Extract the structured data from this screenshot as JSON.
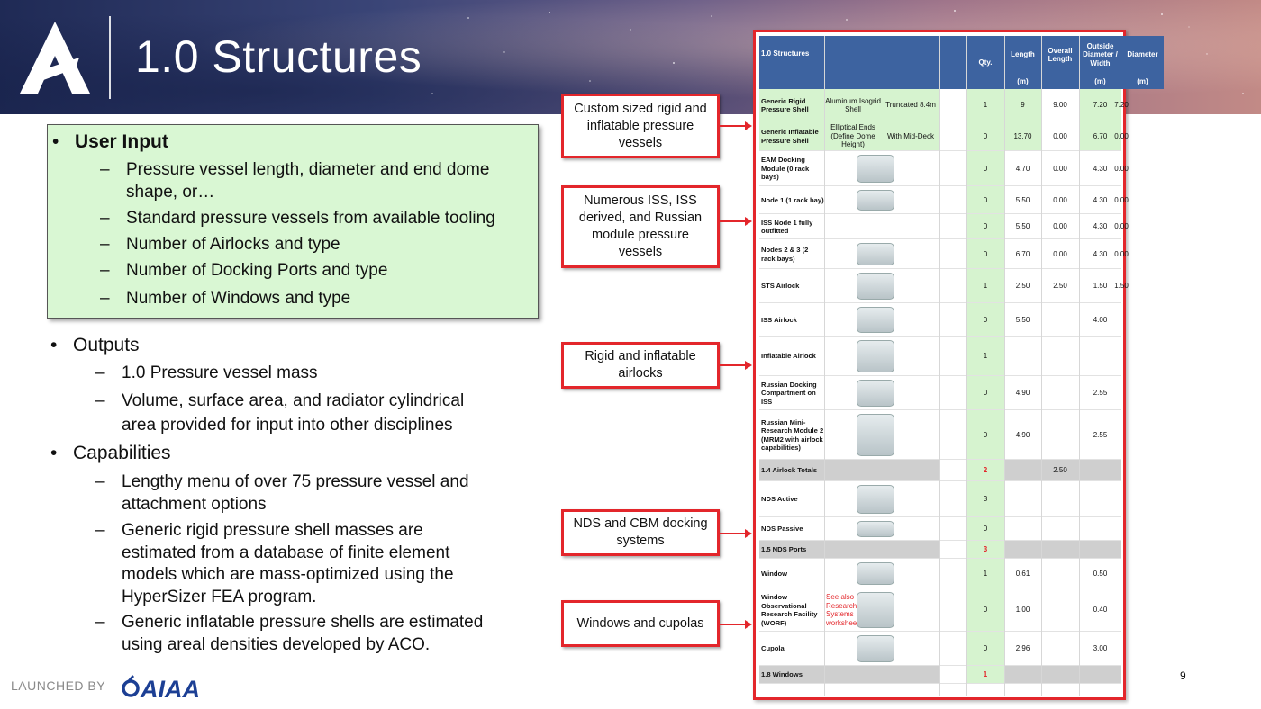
{
  "slide": {
    "title": "1.0 Structures",
    "page_number": "9",
    "footer_text": "LAUNCHED BY",
    "footer_logo_text": "AIAA"
  },
  "user_input": {
    "heading": "User Input",
    "items": [
      "Pressure vessel length, diameter and end dome shape, or…",
      "Standard pressure vessels from available tooling",
      "Number of Airlocks and type",
      "Number of Docking Ports and type",
      "Number of Windows and type"
    ]
  },
  "outputs": {
    "heading": "Outputs",
    "items": [
      "1.0 Pressure vessel mass",
      "Volume, surface area, and radiator cylindrical area provided for input into other disciplines"
    ]
  },
  "capabilities": {
    "heading": "Capabilities",
    "items": [
      "Lengthy menu of over 75 pressure vessel and attachment options",
      "Generic rigid pressure shell masses are estimated from a database of finite element models which are mass-optimized using the HyperSizer FEA program.",
      "Generic inflatable pressure shells are estimated using areal densities developed by ACO."
    ]
  },
  "callouts": [
    "Custom sized rigid and inflatable pressure vessels",
    "Numerous ISS, ISS derived, and Russian module pressure vessels",
    "Rigid and inflatable airlocks",
    "NDS and CBM docking systems",
    "Windows and cupolas"
  ],
  "table": {
    "headers": {
      "name": "1.0 Structures",
      "qty": "Qty.",
      "length": "Length",
      "overall_length": "Overall Length",
      "outside_diameter": "Outside Diameter / Width",
      "diameter": "Diameter",
      "unit": "(m)"
    },
    "rows": [
      {
        "name": "Generic Rigid Pressure Shell",
        "desc": "Aluminum Isogrid Shell",
        "desc2": "Truncated 8.4m",
        "qty": "1",
        "length": "9",
        "overall": "9.00",
        "outside": "7.20",
        "diam": "7.20"
      },
      {
        "name": "Generic Inflatable Pressure Shell",
        "desc": "Elliptical Ends (Define Dome Height)",
        "desc2": "With Mid-Deck",
        "qty": "0",
        "length": "13.70",
        "overall": "0.00",
        "outside": "6.70",
        "diam": "0.00"
      },
      {
        "name": "EAM Docking Module (0 rack bays)",
        "desc": "",
        "desc2": "",
        "qty": "0",
        "length": "4.70",
        "overall": "0.00",
        "outside": "4.30",
        "diam": "0.00"
      },
      {
        "name": "Node 1 (1 rack bay)",
        "desc": "",
        "desc2": "",
        "qty": "0",
        "length": "5.50",
        "overall": "0.00",
        "outside": "4.30",
        "diam": "0.00"
      },
      {
        "name": "ISS Node 1 fully outfitted",
        "desc": "",
        "desc2": "",
        "qty": "0",
        "length": "5.50",
        "overall": "0.00",
        "outside": "4.30",
        "diam": "0.00"
      },
      {
        "name": "Nodes 2 & 3 (2 rack bays)",
        "desc": "",
        "desc2": "",
        "qty": "0",
        "length": "6.70",
        "overall": "0.00",
        "outside": "4.30",
        "diam": "0.00"
      },
      {
        "name": "STS Airlock",
        "desc": "",
        "desc2": "",
        "qty": "1",
        "length": "2.50",
        "overall": "2.50",
        "outside": "1.50",
        "diam": "1.50"
      },
      {
        "name": "ISS Airlock",
        "desc": "",
        "desc2": "",
        "qty": "0",
        "length": "5.50",
        "overall": "",
        "outside": "4.00",
        "diam": ""
      },
      {
        "name": "Inflatable Airlock",
        "desc": "",
        "desc2": "",
        "qty": "1",
        "length": "",
        "overall": "",
        "outside": "",
        "diam": ""
      },
      {
        "name": "Russian Docking Compartment on ISS",
        "desc": "",
        "desc2": "",
        "qty": "0",
        "length": "4.90",
        "overall": "",
        "outside": "2.55",
        "diam": ""
      },
      {
        "name": "Russian Mini-Research Module 2 (MRM2 with airlock capabilities)",
        "desc": "",
        "desc2": "",
        "qty": "0",
        "length": "4.90",
        "overall": "",
        "outside": "2.55",
        "diam": ""
      },
      {
        "name": "1.4 Airlock Totals",
        "desc": "",
        "desc2": "",
        "qty": "2",
        "length": "",
        "overall": "2.50",
        "outside": "",
        "diam": "",
        "total": true
      },
      {
        "name": "NDS Active",
        "desc": "",
        "desc2": "",
        "qty": "3",
        "length": "",
        "overall": "",
        "outside": "",
        "diam": ""
      },
      {
        "name": "NDS Passive",
        "desc": "",
        "desc2": "",
        "qty": "0",
        "length": "",
        "overall": "",
        "outside": "",
        "diam": ""
      },
      {
        "name": "1.5 NDS Ports",
        "desc": "",
        "desc2": "",
        "qty": "3",
        "length": "",
        "overall": "",
        "outside": "",
        "diam": "",
        "total": true
      },
      {
        "name": "Window",
        "desc": "",
        "desc2": "",
        "qty": "1",
        "length": "0.61",
        "overall": "",
        "outside": "0.50",
        "diam": ""
      },
      {
        "name": "Window Observational Research Facility (WORF)",
        "desc": "See also Research Systems worksheet",
        "desc2": "",
        "qty": "0",
        "length": "1.00",
        "overall": "",
        "outside": "0.40",
        "diam": ""
      },
      {
        "name": "Cupola",
        "desc": "",
        "desc2": "",
        "qty": "0",
        "length": "2.96",
        "overall": "",
        "outside": "3.00",
        "diam": ""
      },
      {
        "name": "1.8 Windows",
        "desc": "",
        "desc2": "",
        "qty": "1",
        "length": "",
        "overall": "",
        "outside": "",
        "diam": "",
        "total": true
      }
    ]
  },
  "colors": {
    "accent_red": "#e3262b",
    "input_box_green": "#d9f7d3",
    "table_header_blue": "#3d63a0",
    "table_green": "#d6f3cf"
  }
}
